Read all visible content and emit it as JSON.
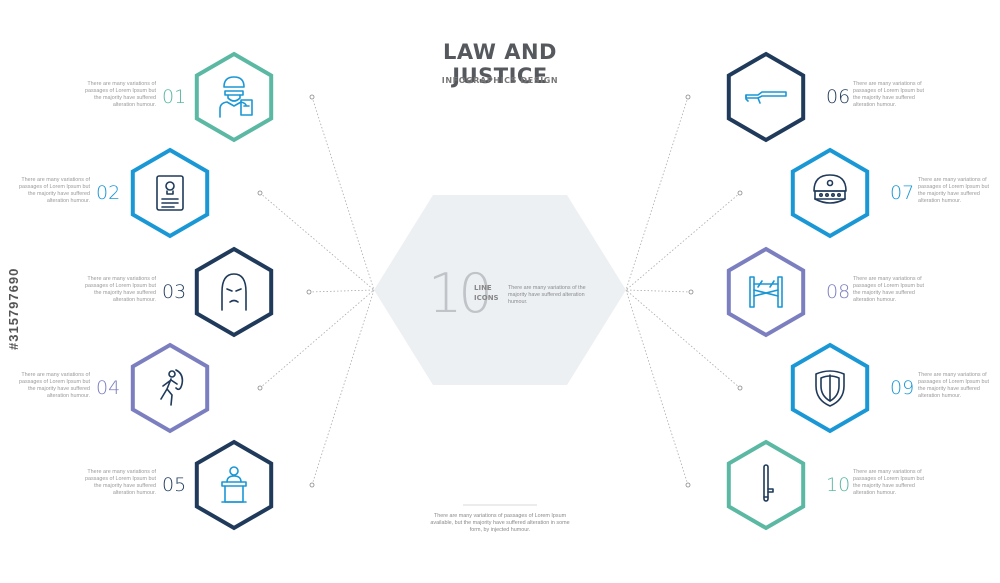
{
  "header": {
    "title": "LAW AND JUSTICE",
    "subtitle": "INFOGRAPHICS DESIGN"
  },
  "center": {
    "number": "10",
    "label_line1": "LINE",
    "label_line2": "ICONS",
    "description": "There are many variations of the majority have suffered alteration humour."
  },
  "footer": {
    "text": "There are many variations of passages of Lorem Ipsum available, but the majority have suffered alteration in some form, by injected humour."
  },
  "watermark": "#315797690",
  "colors": {
    "teal": "#5ab8a3",
    "blue": "#1a97d5",
    "navy": "#1f3a5a",
    "lavender": "#7b7fbf",
    "center_hex": "#edf0f3"
  },
  "items": [
    {
      "num": "01",
      "icon": "police-officer-with-shield-icon",
      "color": "teal",
      "desc": "There are many variations of passages of Lorem Ipsum but the majority have suffered alteration humour."
    },
    {
      "num": "02",
      "icon": "wanted-poster-icon",
      "color": "blue",
      "desc": "There are many variations of passages of Lorem Ipsum but the majority have suffered alteration humour."
    },
    {
      "num": "03",
      "icon": "balaclava-mask-icon",
      "color": "navy",
      "desc": "There are many variations of passages of Lorem Ipsum but the majority have suffered alteration humour."
    },
    {
      "num": "04",
      "icon": "running-thief-icon",
      "color": "lavender",
      "desc": "There are many variations of passages of Lorem Ipsum but the majority have suffered alteration humour."
    },
    {
      "num": "05",
      "icon": "witness-stand-icon",
      "color": "navy",
      "desc": "There are many variations of passages of Lorem Ipsum but the majority have suffered alteration humour."
    },
    {
      "num": "06",
      "icon": "shotgun-icon",
      "color": "navy",
      "desc": "There are many variations of passages of Lorem Ipsum but the majority have suffered alteration humour."
    },
    {
      "num": "07",
      "icon": "police-cap-icon",
      "color": "blue",
      "desc": "There are many variations of passages of Lorem Ipsum but the majority have suffered alteration humour."
    },
    {
      "num": "08",
      "icon": "police-barrier-icon",
      "color": "lavender",
      "desc": "There are many variations of passages of Lorem Ipsum but the majority have suffered alteration humour."
    },
    {
      "num": "09",
      "icon": "police-shield-icon",
      "color": "blue",
      "desc": "There are many variations of passages of Lorem Ipsum but the majority have suffered alteration humour."
    },
    {
      "num": "10",
      "icon": "police-baton-icon",
      "color": "teal",
      "desc": "There are many variations of passages of Lorem Ipsum but the majority have suffered alteration humour."
    }
  ]
}
